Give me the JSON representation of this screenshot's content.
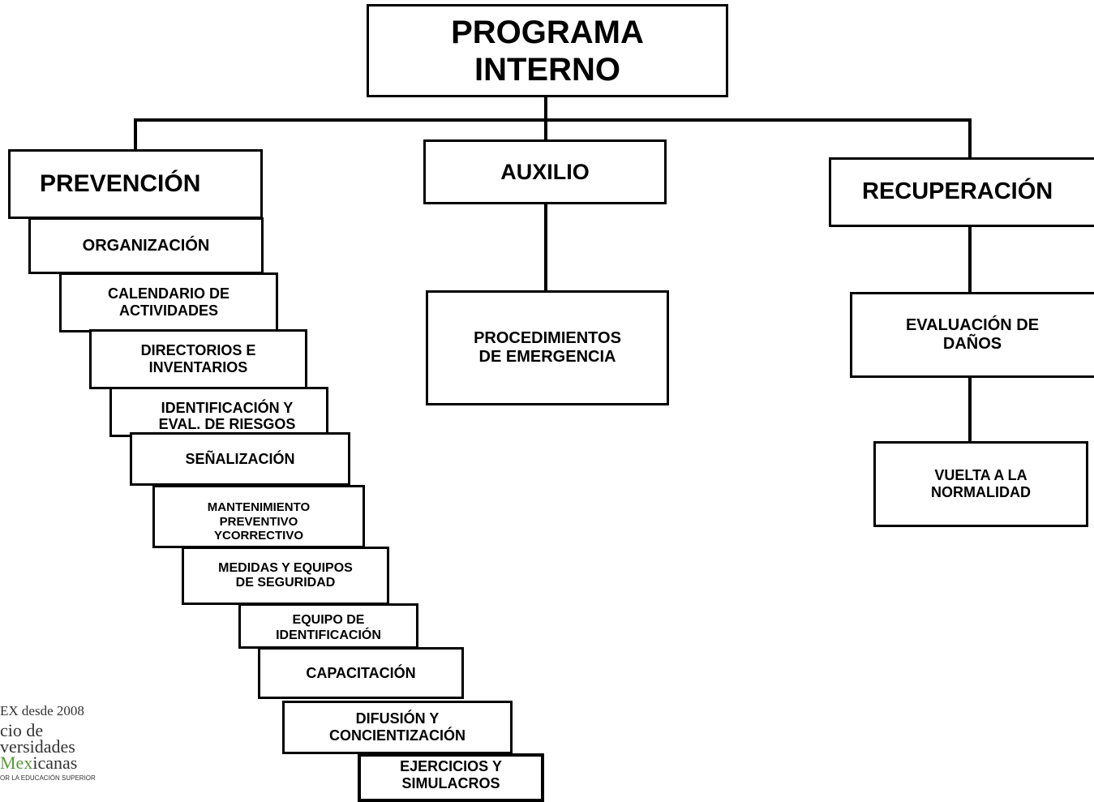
{
  "diagram": {
    "root": "PROGRAMA\nINTERNO",
    "branches": {
      "prevencion": {
        "title": "PREVENCIÓN",
        "items": [
          "ORGANIZACIÓN",
          "CALENDARIO DE\nACTIVIDADES",
          "DIRECTORIOS E\nINVENTARIOS",
          "IDENTIFICACIÓN Y\nEVAL. DE RIESGOS",
          "SEÑALIZACIÓN",
          "MANTENIMIENTO\nPREVENTIVO\nYCORRECTIVO",
          "MEDIDAS Y EQUIPOS\nDE SEGURIDAD",
          "EQUIPO DE\nIDENTIFICACIÓN",
          "CAPACITACIÓN",
          "DIFUSIÓN Y\nCONCIENTIZACIÓN",
          "EJERCICIOS Y\nSIMULACROS"
        ]
      },
      "auxilio": {
        "title": "AUXILIO",
        "items": [
          "PROCEDIMIENTOS\nDE EMERGENCIA"
        ]
      },
      "recuperacion": {
        "title": "RECUPERACIÓN",
        "items": [
          "EVALUACIÓN DE\nDAÑOS",
          "VUELTA A LA\nNORMALIDAD"
        ]
      }
    }
  },
  "logo": {
    "line1": "EX desde 2008",
    "line2": "cio de",
    "line3": "versidades",
    "line4_prefix": "Mex",
    "line4_suffix": "icanas",
    "line5": "OR LA EDUCACIÓN SUPERIOR"
  }
}
